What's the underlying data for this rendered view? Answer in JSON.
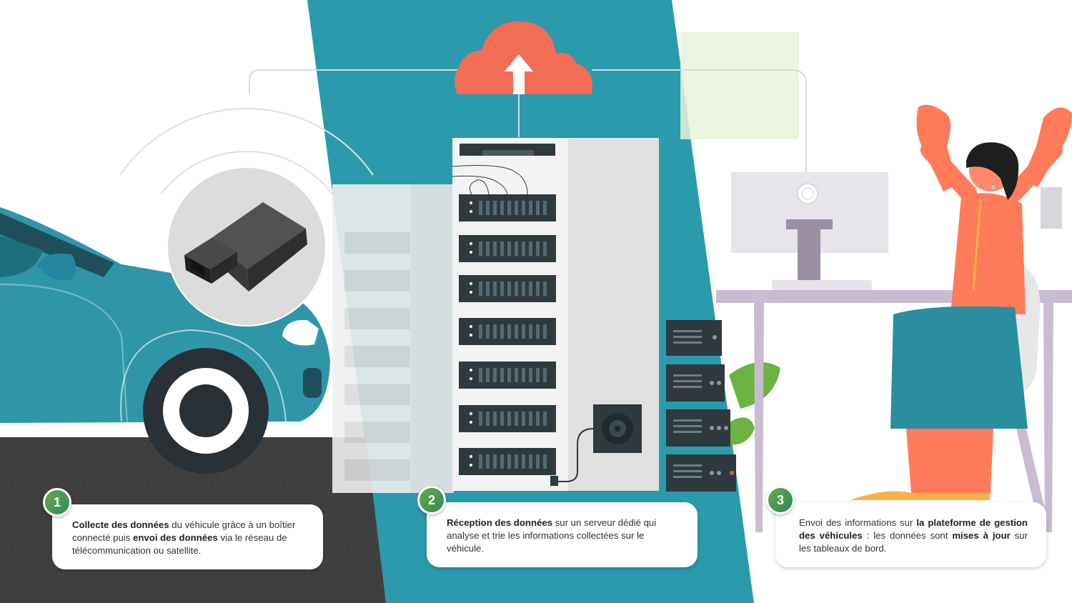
{
  "colors": {
    "teal": "#2a9aac",
    "car": "#2f96a8",
    "cloud": "#f26c56",
    "accent_green": "#4a9e4f",
    "person_coral": "#ff7b5a",
    "road": "#3f3f3f",
    "server_dark": "#2e3a3e",
    "desk": "#c9bcd0"
  },
  "icons": [
    "cloud-upload-icon",
    "obd-dongle-icon",
    "wifi-signal-icon"
  ],
  "steps": [
    {
      "number": "1",
      "parts": [
        {
          "b": "Collecte des données"
        },
        {
          "t": " du véhicule grâce à un boîtier connecté puis "
        },
        {
          "b": "envoi des données"
        },
        {
          "t": " via le réseau de télécommunication ou satellite."
        }
      ]
    },
    {
      "number": "2",
      "parts": [
        {
          "b": "Réception des données"
        },
        {
          "t": " sur un serveur dédié qui analyse et trie les informations collectées sur le véhicule."
        }
      ]
    },
    {
      "number": "3",
      "parts": [
        {
          "t": "Envoi des informations sur "
        },
        {
          "b": "la plateforme de gestion des véhicules"
        },
        {
          "t": " : les données sont "
        },
        {
          "b": "mises à jour"
        },
        {
          "t": " sur les tableaux de bord."
        }
      ]
    }
  ]
}
